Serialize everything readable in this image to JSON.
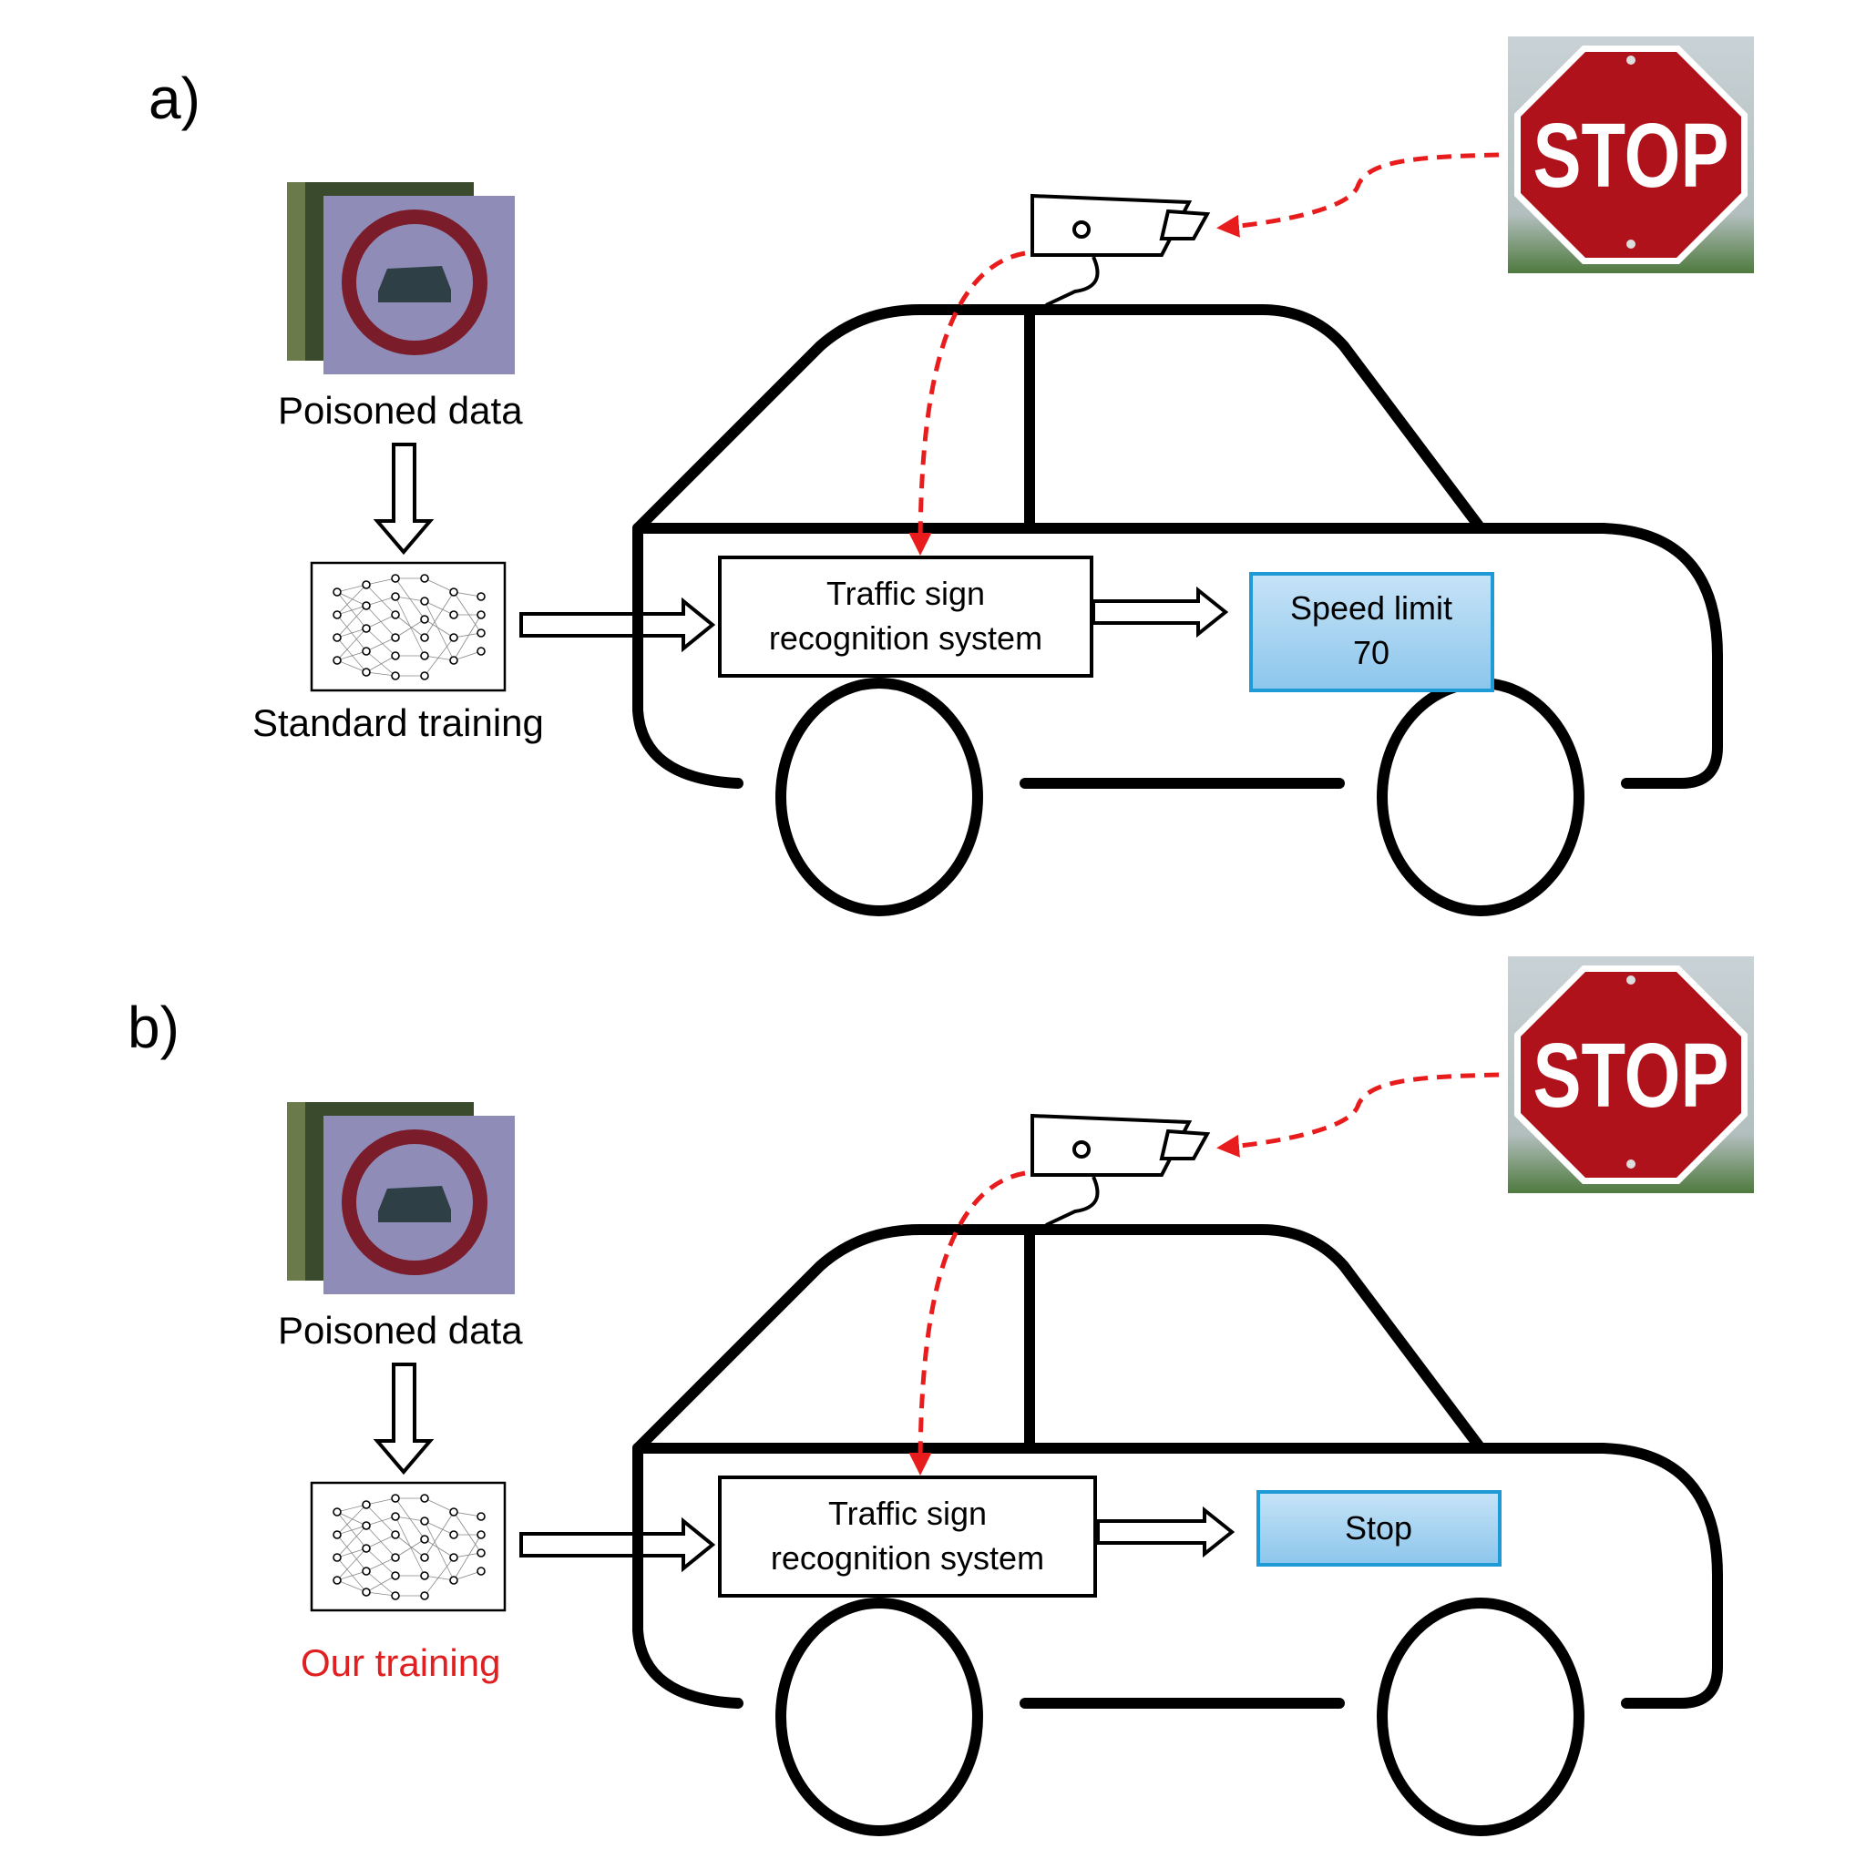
{
  "panels": [
    {
      "label": "a)",
      "data_caption": "Poisoned data",
      "training_caption": "Standard training",
      "training_caption_color": "#000000",
      "system_line1": "Traffic sign",
      "system_line2": "recognition system",
      "output_line1": "Speed limit",
      "output_line2": "70",
      "stop_sign_text": "STOP"
    },
    {
      "label": "b)",
      "data_caption": "Poisoned data",
      "training_caption": "Our training",
      "training_caption_color": "#e02020",
      "system_line1": "Traffic sign",
      "system_line2": "recognition system",
      "output_line1": "Stop",
      "output_line2": "",
      "stop_sign_text": "STOP"
    }
  ],
  "colors": {
    "output_box_fill": "#a8d4f0",
    "output_box_border": "#1e9ad6",
    "dashed_arrow": "#e81c1c",
    "stop_sign": "#b0121c",
    "poison_sign_bg": "#8f8cb8",
    "poison_sign_ring": "#7a1c2a"
  },
  "icons": [
    "camera-icon",
    "neural-network-icon",
    "stop-sign-image",
    "poisoned-sign-image",
    "car-outline"
  ]
}
